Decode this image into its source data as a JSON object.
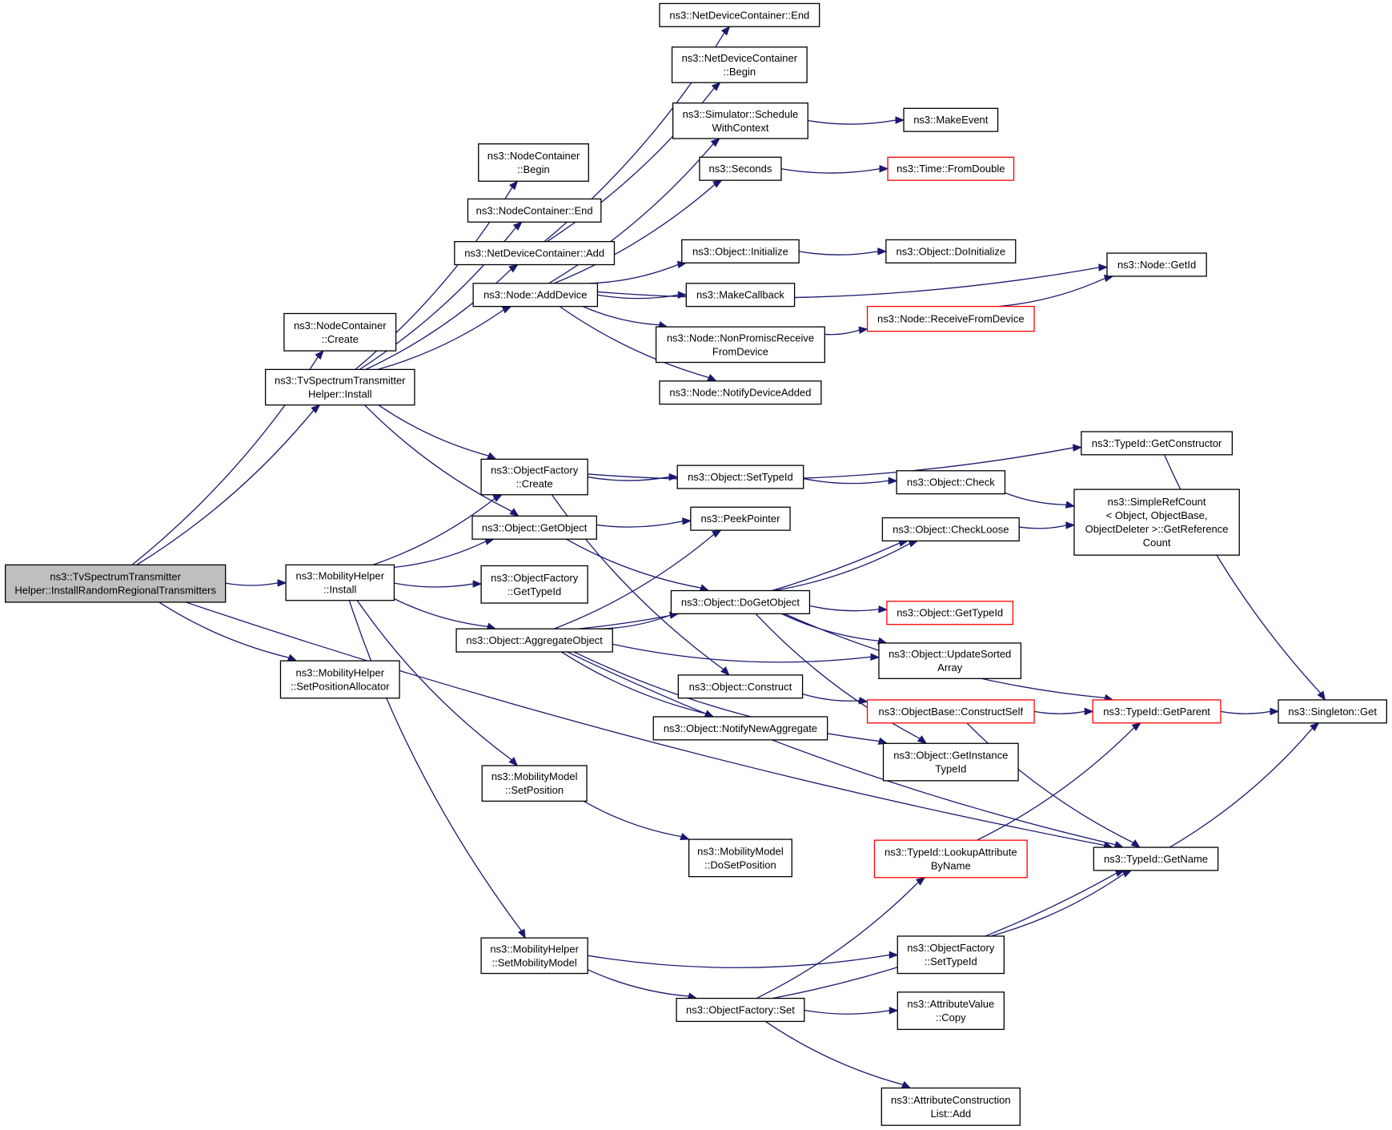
{
  "colors": {
    "edge": "#191970",
    "root_fill": "#bfbfbf",
    "truncated_border": "#ff0000",
    "border": "#000000"
  },
  "nodes": [
    {
      "id": "root",
      "lines": [
        "ns3::TvSpectrumTransmitter",
        "Helper::InstallRandomRegionalTransmitters"
      ],
      "style": "root"
    },
    {
      "id": "nc_create",
      "lines": [
        "ns3::NodeContainer",
        "::Create"
      ]
    },
    {
      "id": "tvs_install",
      "lines": [
        "ns3::TvSpectrumTransmitter",
        "Helper::Install"
      ]
    },
    {
      "id": "mob_install",
      "lines": [
        "ns3::MobilityHelper",
        "::Install"
      ]
    },
    {
      "id": "mob_setpos",
      "lines": [
        "ns3::MobilityHelper",
        "::SetPositionAllocator"
      ]
    },
    {
      "id": "nc_begin",
      "lines": [
        "ns3::NodeContainer",
        "::Begin"
      ]
    },
    {
      "id": "nc_end",
      "lines": [
        "ns3::NodeContainer::End"
      ]
    },
    {
      "id": "ndc_add",
      "lines": [
        "ns3::NetDeviceContainer::Add"
      ]
    },
    {
      "id": "node_adddevice",
      "lines": [
        "ns3::Node::AddDevice"
      ]
    },
    {
      "id": "of_create",
      "lines": [
        "ns3::ObjectFactory",
        "::Create"
      ]
    },
    {
      "id": "obj_getobject",
      "lines": [
        "ns3::Object::GetObject"
      ]
    },
    {
      "id": "of_gettypeid",
      "lines": [
        "ns3::ObjectFactory",
        "::GetTypeId"
      ]
    },
    {
      "id": "obj_aggregate",
      "lines": [
        "ns3::Object::AggregateObject"
      ]
    },
    {
      "id": "mm_setposition",
      "lines": [
        "ns3::MobilityModel",
        "::SetPosition"
      ]
    },
    {
      "id": "mh_setmobility",
      "lines": [
        "ns3::MobilityHelper",
        "::SetMobilityModel"
      ]
    },
    {
      "id": "ndc_end",
      "lines": [
        "ns3::NetDeviceContainer::End"
      ]
    },
    {
      "id": "ndc_begin",
      "lines": [
        "ns3::NetDeviceContainer",
        "::Begin"
      ]
    },
    {
      "id": "sim_schedule",
      "lines": [
        "ns3::Simulator::Schedule",
        "WithContext"
      ]
    },
    {
      "id": "seconds",
      "lines": [
        "ns3::Seconds"
      ]
    },
    {
      "id": "obj_initialize",
      "lines": [
        "ns3::Object::Initialize"
      ]
    },
    {
      "id": "makecallback",
      "lines": [
        "ns3::MakeCallback"
      ]
    },
    {
      "id": "node_nonpromisc",
      "lines": [
        "ns3::Node::NonPromiscReceive",
        "FromDevice"
      ]
    },
    {
      "id": "node_notify",
      "lines": [
        "ns3::Node::NotifyDeviceAdded"
      ]
    },
    {
      "id": "obj_settypeid",
      "lines": [
        "ns3::Object::SetTypeId"
      ]
    },
    {
      "id": "peekpointer",
      "lines": [
        "ns3::PeekPointer"
      ]
    },
    {
      "id": "obj_dogetobject",
      "lines": [
        "ns3::Object::DoGetObject"
      ]
    },
    {
      "id": "obj_construct",
      "lines": [
        "ns3::Object::Construct"
      ]
    },
    {
      "id": "obj_notifynew",
      "lines": [
        "ns3::Object::NotifyNewAggregate"
      ]
    },
    {
      "id": "mm_dosetposition",
      "lines": [
        "ns3::MobilityModel",
        "::DoSetPosition"
      ]
    },
    {
      "id": "of_set",
      "lines": [
        "ns3::ObjectFactory::Set"
      ]
    },
    {
      "id": "makeevent",
      "lines": [
        "ns3::MakeEvent"
      ]
    },
    {
      "id": "time_fromdouble",
      "lines": [
        "ns3::Time::FromDouble"
      ],
      "style": "trunc"
    },
    {
      "id": "obj_doinitialize",
      "lines": [
        "ns3::Object::DoInitialize"
      ]
    },
    {
      "id": "node_receive",
      "lines": [
        "ns3::Node::ReceiveFromDevice"
      ],
      "style": "trunc"
    },
    {
      "id": "obj_check",
      "lines": [
        "ns3::Object::Check"
      ]
    },
    {
      "id": "obj_checkloose",
      "lines": [
        "ns3::Object::CheckLoose"
      ]
    },
    {
      "id": "obj_gettypeid",
      "lines": [
        "ns3::Object::GetTypeId"
      ],
      "style": "trunc"
    },
    {
      "id": "obj_updatesorted",
      "lines": [
        "ns3::Object::UpdateSorted",
        "Array"
      ]
    },
    {
      "id": "objbase_constructself",
      "lines": [
        "ns3::ObjectBase::ConstructSelf"
      ],
      "style": "trunc"
    },
    {
      "id": "obj_getinstance",
      "lines": [
        "ns3::Object::GetInstance",
        "TypeId"
      ]
    },
    {
      "id": "typeid_lookup",
      "lines": [
        "ns3::TypeId::LookupAttribute",
        "ByName"
      ],
      "style": "trunc"
    },
    {
      "id": "of_settypeid",
      "lines": [
        "ns3::ObjectFactory",
        "::SetTypeId"
      ]
    },
    {
      "id": "attrvalue_copy",
      "lines": [
        "ns3::AttributeValue",
        "::Copy"
      ]
    },
    {
      "id": "attrconst_add",
      "lines": [
        "ns3::AttributeConstruction",
        "List::Add"
      ]
    },
    {
      "id": "node_getid",
      "lines": [
        "ns3::Node::GetId"
      ]
    },
    {
      "id": "typeid_getconstructor",
      "lines": [
        "ns3::TypeId::GetConstructor"
      ]
    },
    {
      "id": "simplerefcount",
      "lines": [
        "ns3::SimpleRefCount",
        "< Object, ObjectBase,",
        "ObjectDeleter >::GetReference",
        "Count"
      ]
    },
    {
      "id": "typeid_getparent",
      "lines": [
        "ns3::TypeId::GetParent"
      ],
      "style": "trunc"
    },
    {
      "id": "typeid_getname",
      "lines": [
        "ns3::TypeId::GetName"
      ]
    },
    {
      "id": "singleton_get",
      "lines": [
        "ns3::Singleton::Get"
      ]
    }
  ],
  "edges": [
    [
      "root",
      "nc_create"
    ],
    [
      "root",
      "tvs_install"
    ],
    [
      "root",
      "mob_install"
    ],
    [
      "root",
      "mob_setpos"
    ],
    [
      "root",
      "typeid_getname"
    ],
    [
      "tvs_install",
      "nc_begin"
    ],
    [
      "tvs_install",
      "nc_end"
    ],
    [
      "tvs_install",
      "ndc_add"
    ],
    [
      "tvs_install",
      "node_adddevice"
    ],
    [
      "tvs_install",
      "of_create"
    ],
    [
      "tvs_install",
      "obj_getobject"
    ],
    [
      "ndc_add",
      "ndc_end"
    ],
    [
      "ndc_add",
      "ndc_begin"
    ],
    [
      "node_adddevice",
      "sim_schedule"
    ],
    [
      "node_adddevice",
      "seconds"
    ],
    [
      "node_adddevice",
      "node_getid"
    ],
    [
      "node_adddevice",
      "obj_initialize"
    ],
    [
      "node_adddevice",
      "makecallback"
    ],
    [
      "node_adddevice",
      "node_nonpromisc"
    ],
    [
      "node_adddevice",
      "node_notify"
    ],
    [
      "sim_schedule",
      "makeevent"
    ],
    [
      "seconds",
      "time_fromdouble"
    ],
    [
      "obj_initialize",
      "obj_doinitialize"
    ],
    [
      "node_nonpromisc",
      "node_receive"
    ],
    [
      "node_receive",
      "node_getid"
    ],
    [
      "of_create",
      "typeid_getconstructor"
    ],
    [
      "of_create",
      "obj_settypeid"
    ],
    [
      "of_create",
      "obj_construct"
    ],
    [
      "obj_settypeid",
      "obj_check"
    ],
    [
      "obj_check",
      "simplerefcount"
    ],
    [
      "obj_checkloose",
      "simplerefcount"
    ],
    [
      "obj_getobject",
      "peekpointer"
    ],
    [
      "obj_getobject",
      "obj_dogetobject"
    ],
    [
      "mob_install",
      "of_create"
    ],
    [
      "mob_install",
      "obj_getobject"
    ],
    [
      "mob_install",
      "of_gettypeid"
    ],
    [
      "mob_install",
      "obj_aggregate"
    ],
    [
      "mob_install",
      "mm_setposition"
    ],
    [
      "mob_install",
      "mh_setmobility"
    ],
    [
      "obj_aggregate",
      "peekpointer"
    ],
    [
      "obj_aggregate",
      "obj_checkloose"
    ],
    [
      "obj_aggregate",
      "obj_dogetobject"
    ],
    [
      "obj_aggregate",
      "obj_updatesorted"
    ],
    [
      "obj_aggregate",
      "obj_notifynew"
    ],
    [
      "obj_aggregate",
      "obj_getinstance"
    ],
    [
      "obj_aggregate",
      "typeid_getname"
    ],
    [
      "obj_dogetobject",
      "obj_checkloose"
    ],
    [
      "obj_dogetobject",
      "typeid_getparent"
    ],
    [
      "obj_dogetobject",
      "obj_gettypeid"
    ],
    [
      "obj_dogetobject",
      "obj_updatesorted"
    ],
    [
      "obj_dogetobject",
      "obj_getinstance"
    ],
    [
      "obj_construct",
      "objbase_constructself"
    ],
    [
      "objbase_constructself",
      "typeid_getparent"
    ],
    [
      "objbase_constructself",
      "typeid_getname"
    ],
    [
      "typeid_getparent",
      "singleton_get"
    ],
    [
      "typeid_getname",
      "singleton_get"
    ],
    [
      "typeid_getconstructor",
      "singleton_get"
    ],
    [
      "mm_setposition",
      "mm_dosetposition"
    ],
    [
      "mh_setmobility",
      "of_settypeid"
    ],
    [
      "mh_setmobility",
      "of_set"
    ],
    [
      "of_settypeid",
      "typeid_getname"
    ],
    [
      "of_set",
      "typeid_lookup"
    ],
    [
      "of_set",
      "attrvalue_copy"
    ],
    [
      "of_set",
      "typeid_getname"
    ],
    [
      "of_set",
      "attrconst_add"
    ],
    [
      "typeid_lookup",
      "typeid_getparent"
    ]
  ]
}
